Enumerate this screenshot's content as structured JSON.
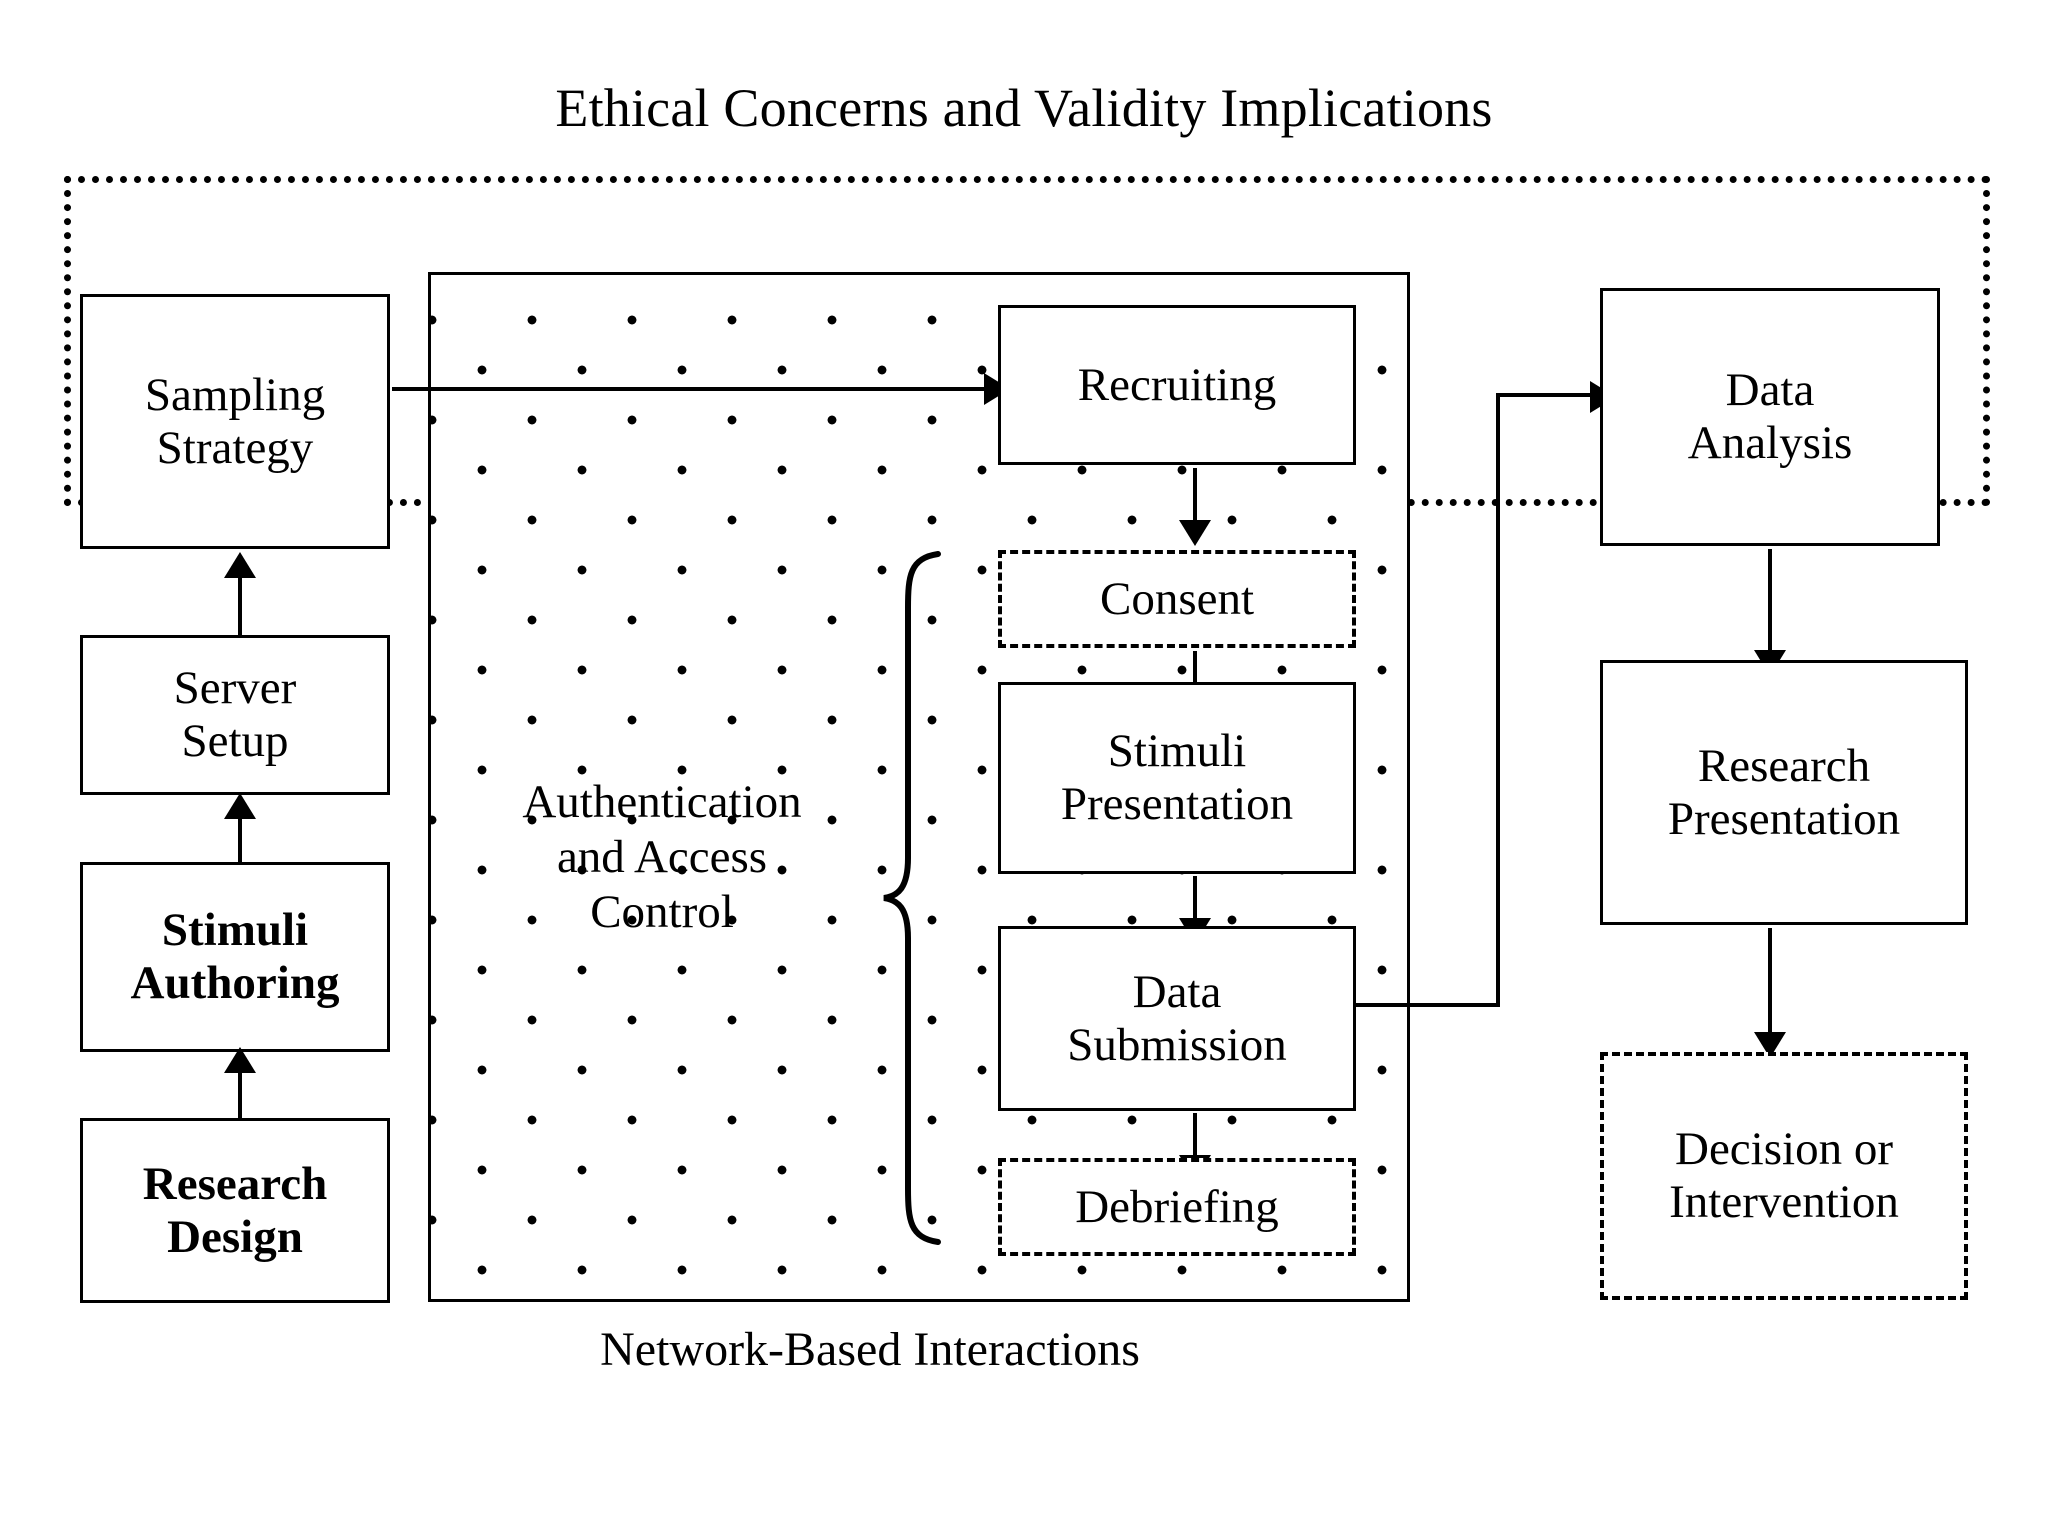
{
  "diagram": {
    "title": "Ethical Concerns and Validity Implications",
    "bottom_caption": "Network-Based Interactions",
    "region_label": "Authentication and Access Control",
    "colors": {
      "stroke": "#000000",
      "background": "#ffffff"
    },
    "left_column": [
      {
        "label": "Sampling\nStrategy",
        "style": "solid",
        "weight": "normal"
      },
      {
        "label": "Server\nSetup",
        "style": "solid",
        "weight": "normal"
      },
      {
        "label": "Stimuli\nAuthoring",
        "style": "solid",
        "weight": "bold"
      },
      {
        "label": "Research\nDesign",
        "style": "solid",
        "weight": "bold"
      }
    ],
    "center_column": [
      {
        "label": "Recruiting",
        "style": "solid"
      },
      {
        "label": "Consent",
        "style": "dashed"
      },
      {
        "label": "Stimuli\nPresentation",
        "style": "solid"
      },
      {
        "label": "Data\nSubmission",
        "style": "solid"
      },
      {
        "label": "Debriefing",
        "style": "dashed"
      }
    ],
    "right_column": [
      {
        "label": "Data\nAnalysis",
        "style": "solid"
      },
      {
        "label": "Research\nPresentation",
        "style": "solid"
      },
      {
        "label": "Decision or\nIntervention",
        "style": "dashed"
      }
    ],
    "labels": {
      "sampling_strategy": "Sampling Strategy",
      "server_setup": "Server Setup",
      "stimuli_authoring": "Stimuli Authoring",
      "research_design": "Research Design",
      "recruiting": "Recruiting",
      "consent": "Consent",
      "stimuli_presentation": "Stimuli Presentation",
      "data_submission": "Data Submission",
      "debriefing": "Debriefing",
      "data_analysis": "Data Analysis",
      "research_presentation": "Research Presentation",
      "decision_or_intervention": "Decision or Intervention"
    },
    "lines": {
      "sampling_strategy_1": "Sampling",
      "sampling_strategy_2": "Strategy",
      "server_setup_1": "Server",
      "server_setup_2": "Setup",
      "stimuli_authoring_1": "Stimuli",
      "stimuli_authoring_2": "Authoring",
      "research_design_1": "Research",
      "research_design_2": "Design",
      "stimuli_presentation_1": "Stimuli",
      "stimuli_presentation_2": "Presentation",
      "data_submission_1": "Data",
      "data_submission_2": "Submission",
      "data_analysis_1": "Data",
      "data_analysis_2": "Analysis",
      "research_presentation_1": "Research",
      "research_presentation_2": "Presentation",
      "decision_1": "Decision or",
      "decision_2": "Intervention",
      "auth_1": "Authentication",
      "auth_2": "and Access",
      "auth_3": "Control"
    }
  }
}
